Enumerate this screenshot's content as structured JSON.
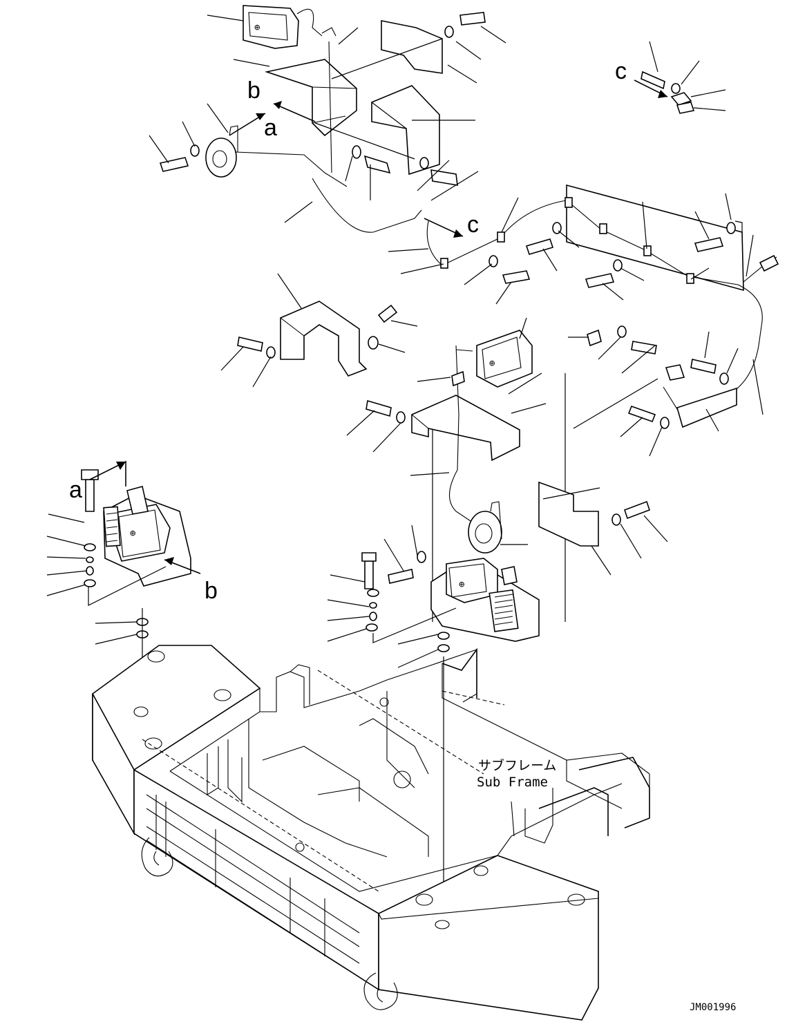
{
  "callouts": {
    "a_top": "a",
    "b_top": "b",
    "c_top": "c",
    "c_mid": "c",
    "a_left": "a",
    "b_left": "b"
  },
  "subframe": {
    "label_jp": "サブフレーム",
    "label_en": "Sub Frame"
  },
  "drawing_code": "JM001996"
}
